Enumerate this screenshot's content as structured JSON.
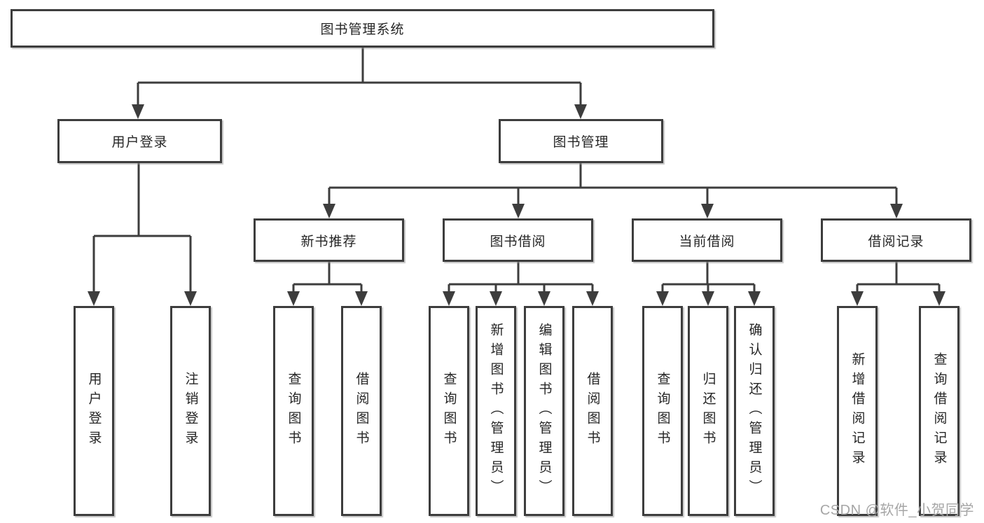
{
  "diagram": {
    "root": {
      "label": "图书管理系统"
    },
    "level2": [
      {
        "label": "用户登录"
      },
      {
        "label": "图书管理"
      }
    ],
    "level3": [
      {
        "label": "新书推荐"
      },
      {
        "label": "图书借阅"
      },
      {
        "label": "当前借阅"
      },
      {
        "label": "借阅记录"
      }
    ],
    "leaves": {
      "user": [
        "用户登录",
        "注销登录"
      ],
      "recommend": [
        "查询图书",
        "借阅图书"
      ],
      "borrow": [
        "查询图书",
        "新增图书（管理员）",
        "编辑图书（管理员）",
        "借阅图书"
      ],
      "current": [
        "查询图书",
        "归还图书",
        "确认归还（管理员）"
      ],
      "records": [
        "新增借阅记录",
        "查询借阅记录"
      ]
    }
  },
  "watermark": {
    "text": "CSDN @软件_小贺同学"
  },
  "colors": {
    "line": "#3d3d3d",
    "box_border": "#3d3d3d",
    "text": "#262626",
    "background": "#ffffff",
    "watermark": "#a6a6a6"
  }
}
